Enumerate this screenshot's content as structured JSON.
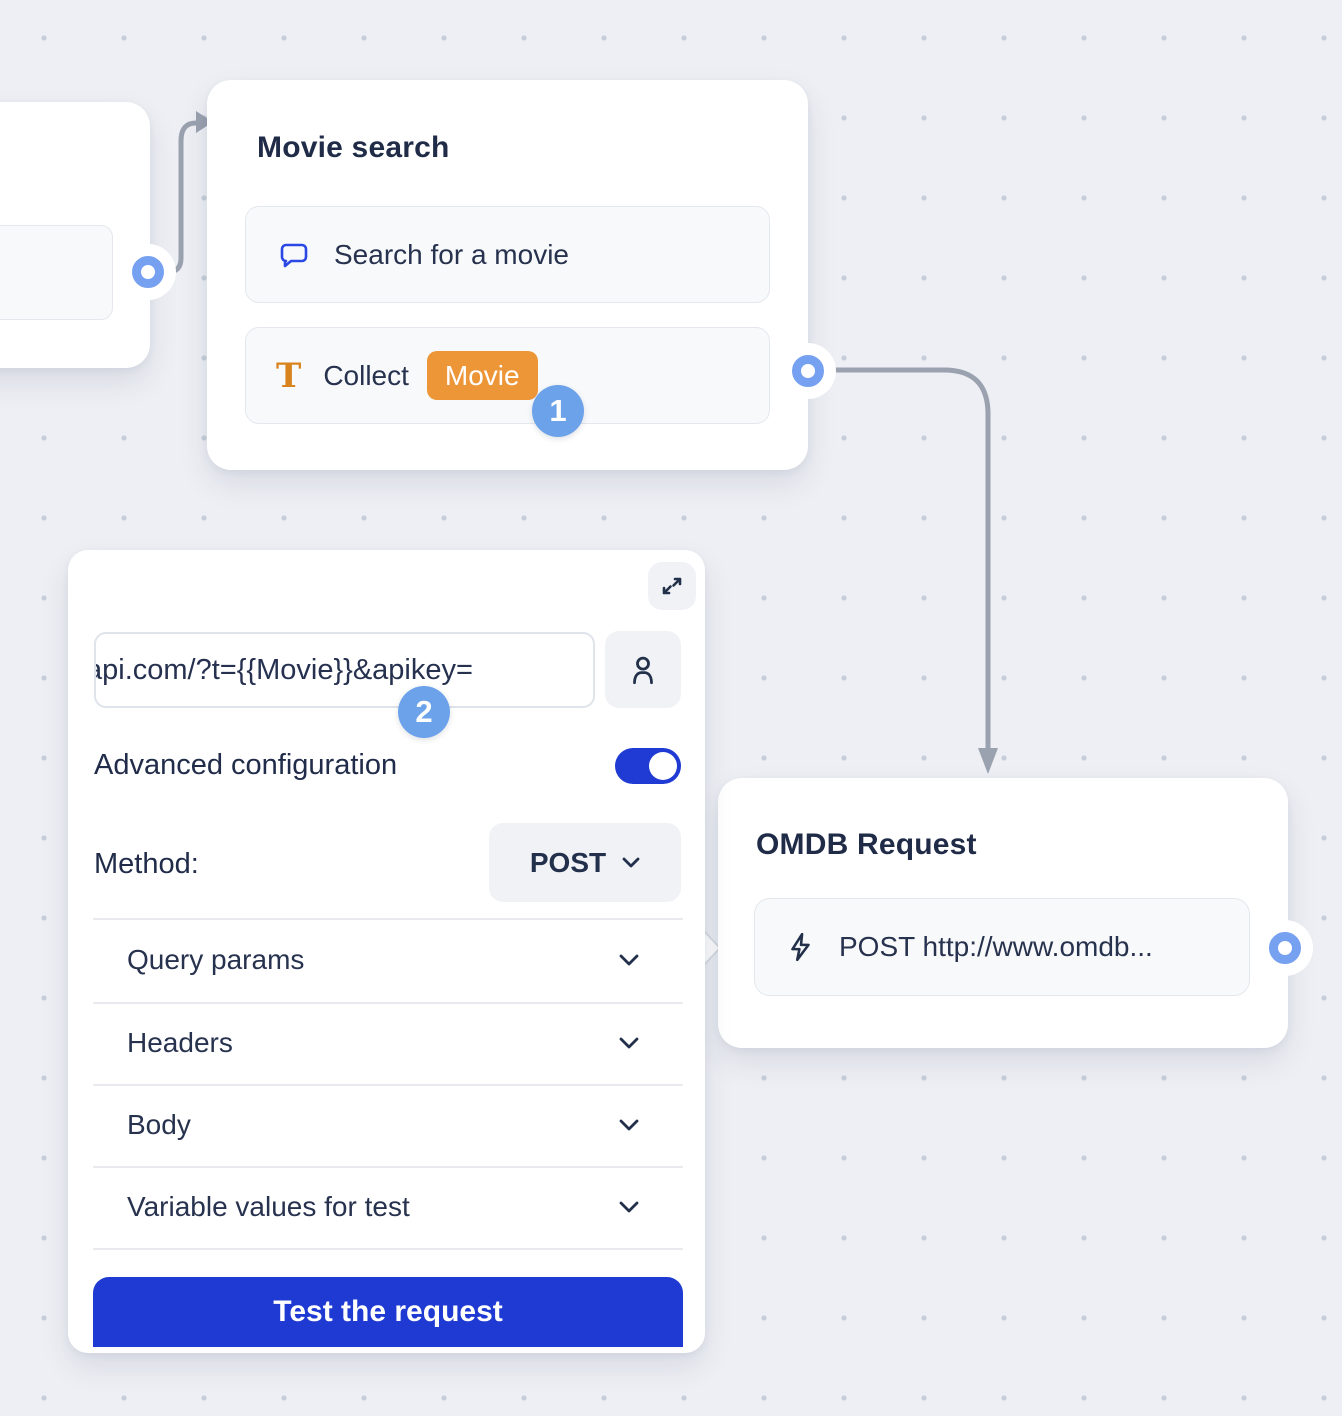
{
  "canvas": {
    "background_color": "#EDEFF4",
    "dot_color": "#C7CEDA",
    "connector_color": "#9AA1AF"
  },
  "colors": {
    "accent_blue": "#1E3AD2",
    "port_blue": "#76A1F1",
    "badge_blue": "#6CA2EA",
    "chip_orange": "#ED9638",
    "text_dark": "#1F2B47"
  },
  "movie_search_node": {
    "title": "Movie search",
    "items": [
      {
        "icon": "chat-bubble-icon",
        "label": "Search for a movie"
      },
      {
        "icon": "text-input-icon",
        "label": "Collect",
        "variable_chip": "Movie"
      }
    ],
    "step_badge": "1"
  },
  "webhook_editor_panel": {
    "url_value": "api.com/?t={{Movie}}&apikey=",
    "step_badge": "2",
    "advanced_configuration_label": "Advanced configuration",
    "advanced_configuration_enabled": true,
    "method_label": "Method:",
    "method_value": "POST",
    "sections": [
      "Query params",
      "Headers",
      "Body",
      "Variable values for test"
    ],
    "test_button_label": "Test the request"
  },
  "omdb_request_node": {
    "title": "OMDB Request",
    "item_label": "POST http://www.omdb..."
  }
}
